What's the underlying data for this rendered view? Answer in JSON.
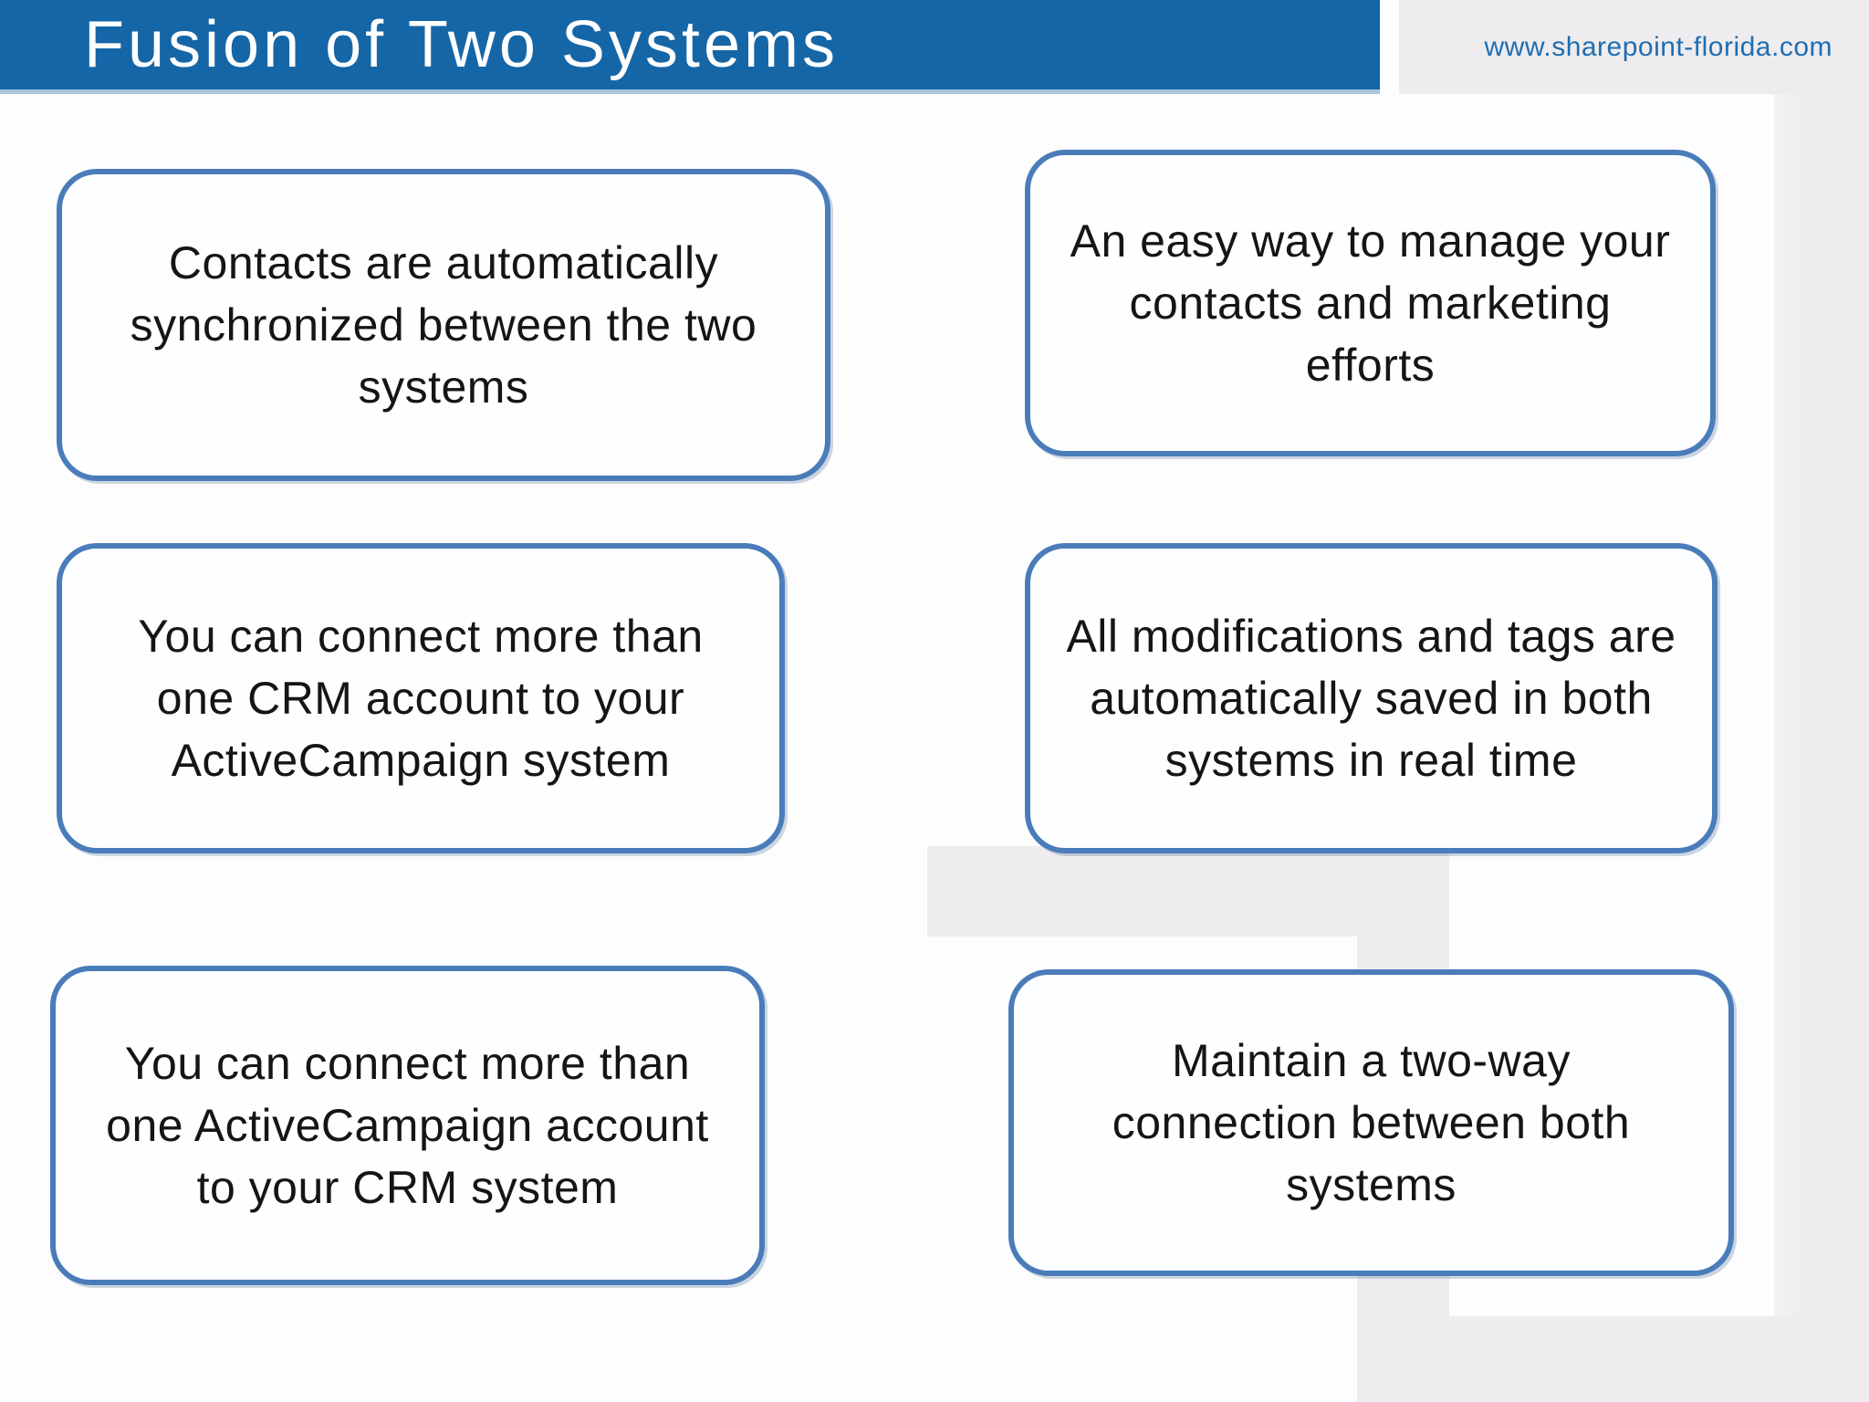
{
  "header": {
    "title": "Fusion of Two Systems",
    "website": "www.sharepoint-florida.com"
  },
  "colors": {
    "bar_color": "#1566a7",
    "bar_accent": "#a9c5de",
    "url_text": "#1e6eb2",
    "box_border": "#4a7cba",
    "box_fill": "#fdfeff",
    "text": "#151515",
    "decor_gray": "#eeecee",
    "page_bg": "#fdfdfd"
  },
  "boxes": [
    {
      "id": "contacts-sync",
      "text": "Contacts are automatically\nsynchronized between the two\nsystems"
    },
    {
      "id": "easy-manage",
      "text": "An easy way to manage your\ncontacts and marketing\nefforts"
    },
    {
      "id": "multi-crm",
      "text": "You can connect more than\none CRM account to your\nActiveCampaign system"
    },
    {
      "id": "auto-save",
      "text": "All modifications and tags are\nautomatically saved in both\nsystems in real time"
    },
    {
      "id": "multi-ac",
      "text": "You can connect more than\none ActiveCampaign account\nto your CRM system"
    },
    {
      "id": "two-way",
      "text": "Maintain a two-way\nconnection between both\nsystems"
    }
  ]
}
